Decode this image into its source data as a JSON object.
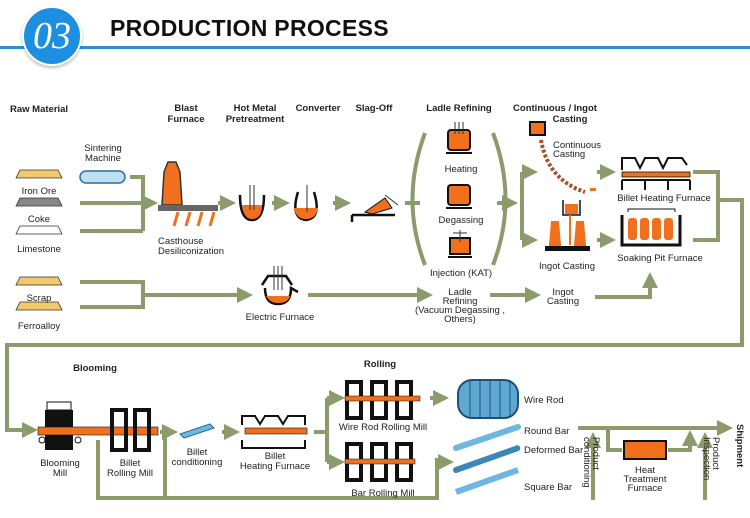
{
  "header": {
    "number": "03",
    "title": "PRODUCTION PROCESS"
  },
  "colors": {
    "accent_blue": "#1e8fe0",
    "flow_green": "#8c9b6c",
    "molten_orange": "#f0701e",
    "product_blue": "#6fb6e0"
  },
  "stages": {
    "raw_material": "Raw Material",
    "blast_furnace": [
      "Blast",
      "Furnace"
    ],
    "hot_metal": [
      "Hot Metal",
      "Pretreatment"
    ],
    "converter": "Converter",
    "slag_off": "Slag-Off",
    "ladle_refining": "Ladle Refining",
    "casting": [
      "Continuous / Ingot",
      "Casting"
    ],
    "blooming": "Blooming",
    "rolling": "Rolling"
  },
  "materials": [
    "Iron Ore",
    "Coke",
    "Limestone",
    "Scrap",
    "Ferroalloy"
  ],
  "labels": {
    "sintering": [
      "Sintering",
      "Machine"
    ],
    "casthouse": [
      "Casthouse",
      "Desiliconization"
    ],
    "heating": "Heating",
    "degassing": "Degassing",
    "injection": "Injection (KAT)",
    "continuous_casting": [
      "Continuous",
      "Casting"
    ],
    "ingot_casting": "Ingot Casting",
    "billet_heating_furnace": "Billet Heating Furnace",
    "soaking_pit": "Soaking Pit Furnace",
    "electric_furnace": "Electric Furnace",
    "ladle_refining_2": [
      "Ladle",
      "Refining",
      "(Vacuum Degassing ,",
      "Others)"
    ],
    "ingot_casting_2": [
      "Ingot",
      "Casting"
    ],
    "blooming_mill": [
      "Blooming",
      "Mill"
    ],
    "billet_rolling_mill": [
      "Billet",
      "Rolling Mill"
    ],
    "billet_conditioning": [
      "Billet",
      "conditioning"
    ],
    "billet_heating_2": [
      "Billet",
      "Heating Furnace"
    ],
    "wire_rod_mill": "Wire Rod Rolling Mill",
    "bar_mill": "Bar Rolling Mill",
    "wire_rod": "Wire Rod",
    "round_bar": "Round Bar",
    "deformed_bar": "Deformed Bar",
    "square_bar": "Square Bar",
    "product_conditioning": [
      "Product",
      "conditioning"
    ],
    "heat_treatment": [
      "Heat",
      "Treatment",
      "Furnace"
    ],
    "product_inspection": [
      "Product",
      "Inspection"
    ],
    "shipment": "Shipment"
  }
}
